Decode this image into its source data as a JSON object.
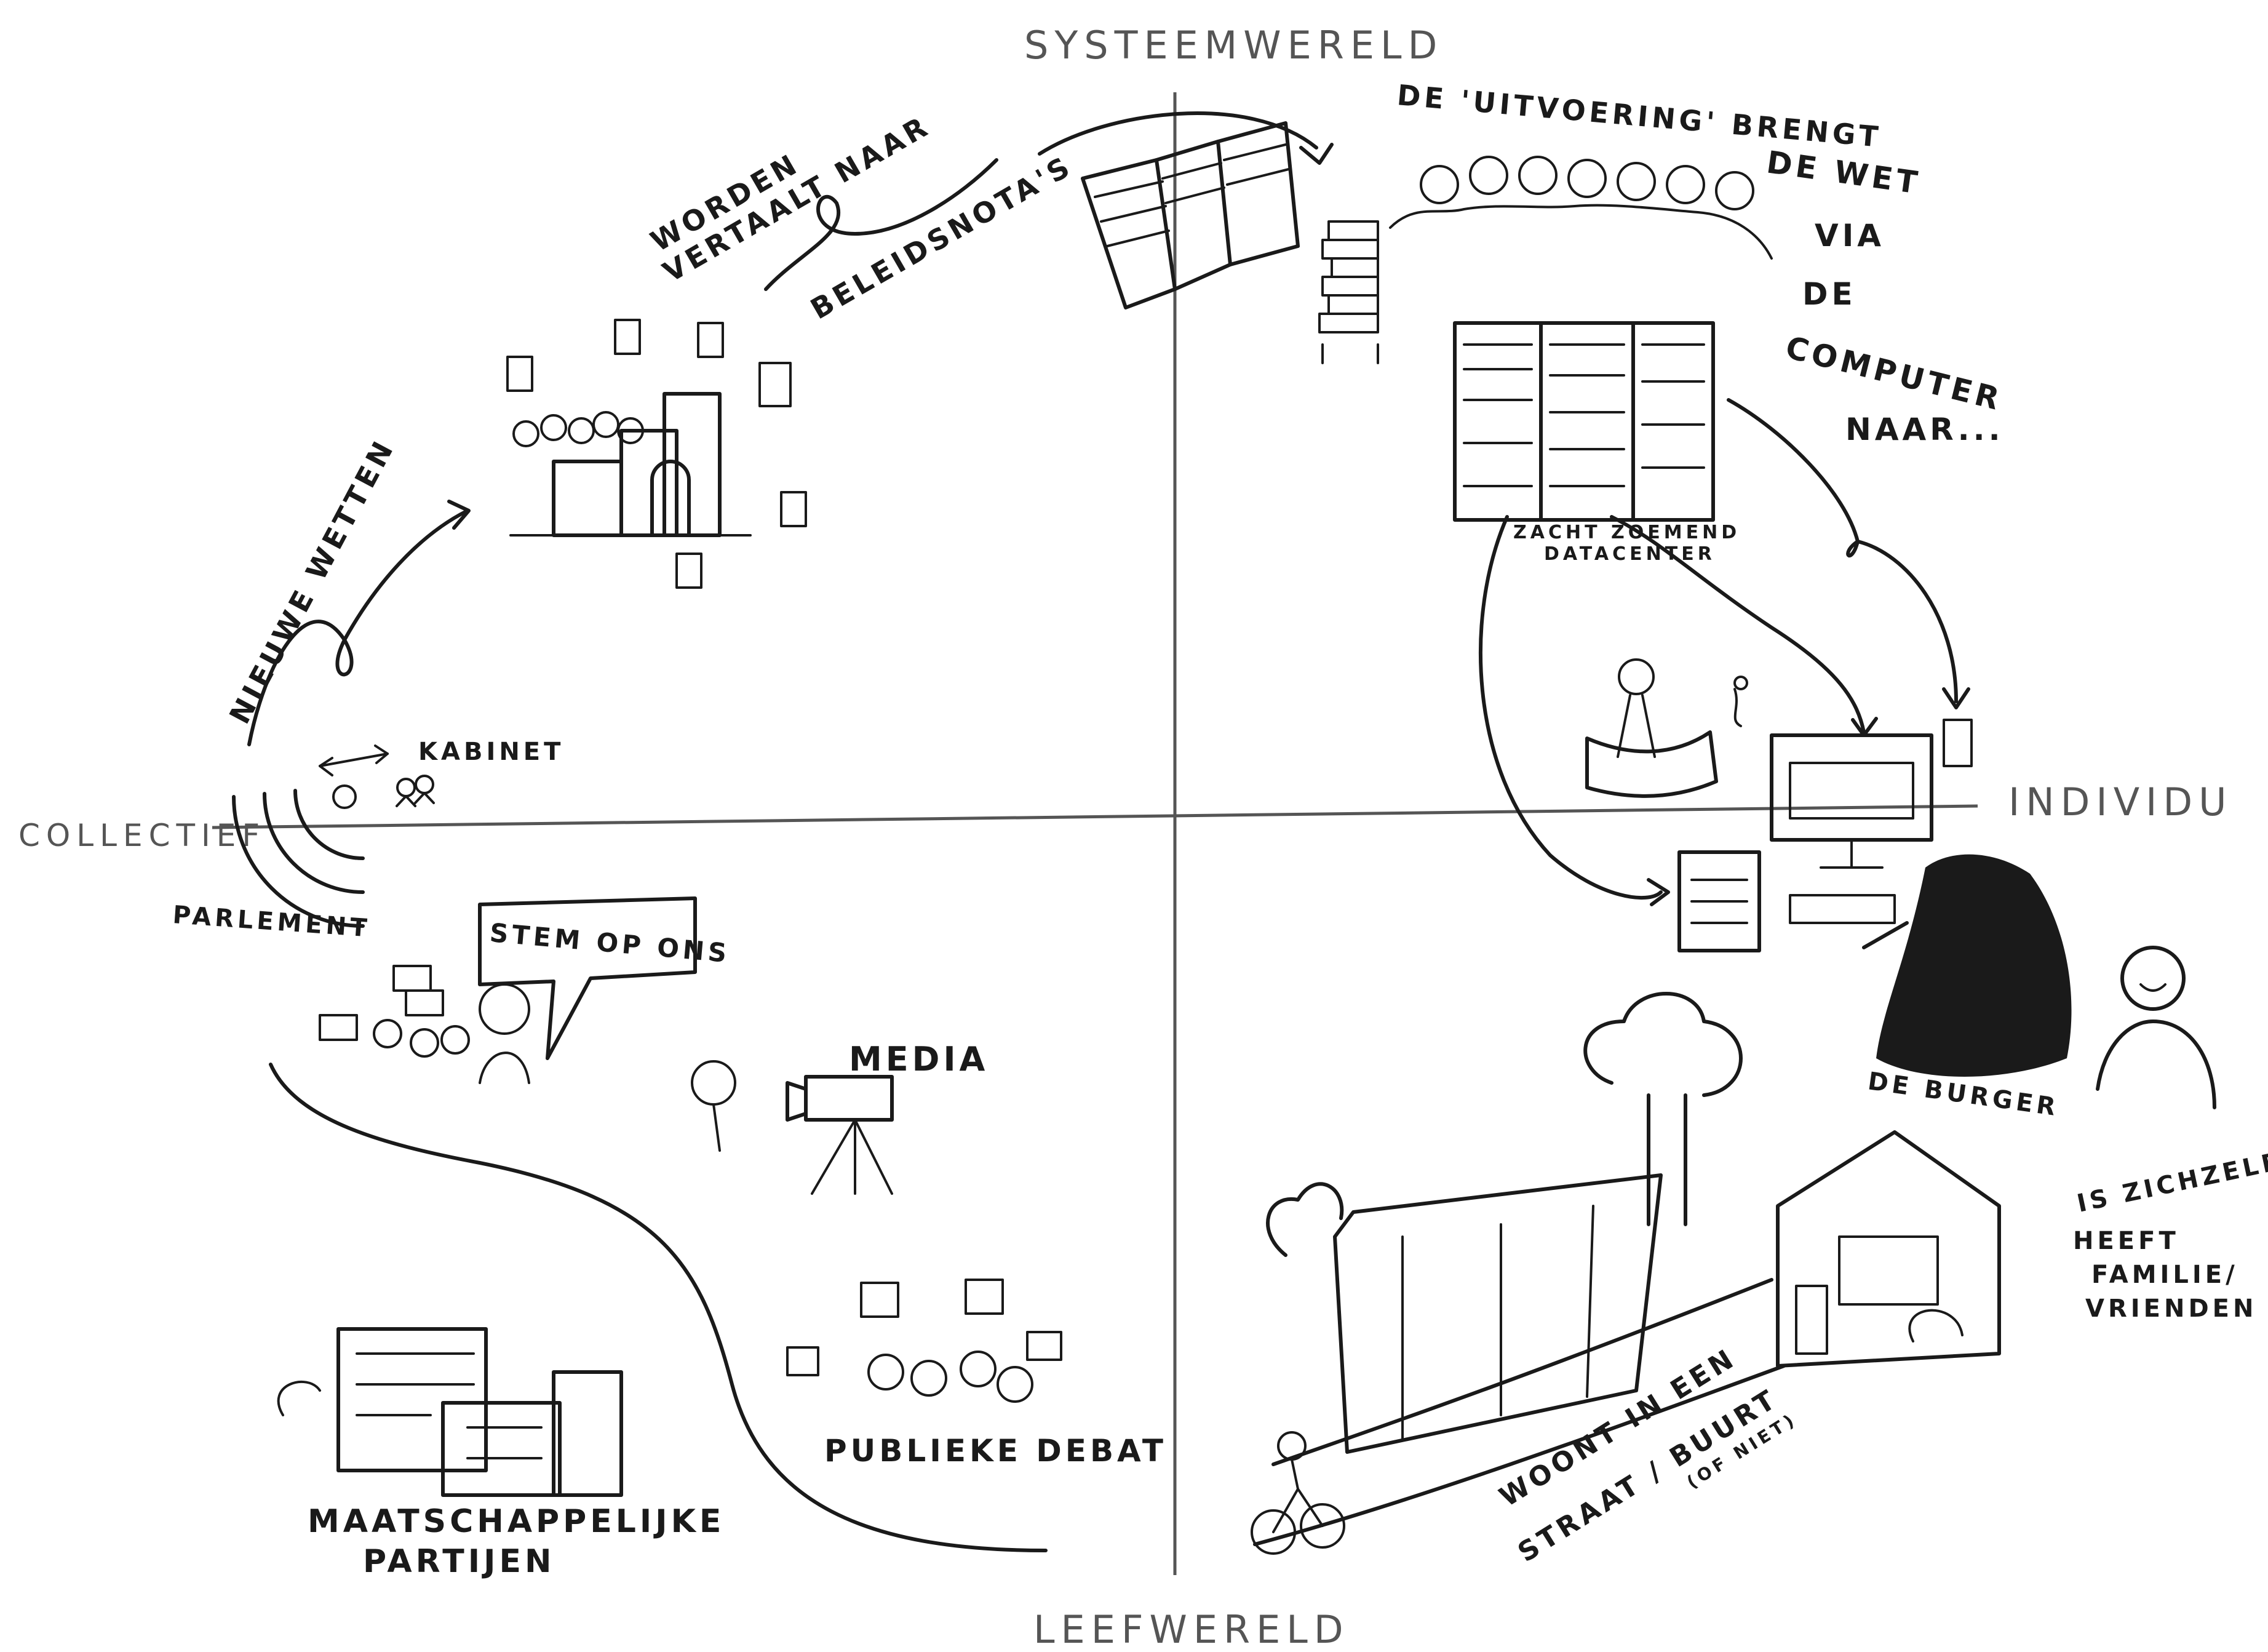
{
  "axes": {
    "top": "SYSTEEMWERELD",
    "bottom": "LEEFWERELD",
    "left": "COLLECTIEF",
    "right": "INDIVIDU"
  },
  "labels": {
    "nieuwe_wetten": "NIEUWE WETTEN",
    "worden_line1": "WORDEN",
    "worden_line2": "VERTAALT NAAR",
    "beleidsnotas": "BELEIDSNOTA'S",
    "uitvoering_line1": "DE 'UITVOERING' BRENGT",
    "de_wet": "DE WET",
    "via": "VIA",
    "de": "DE",
    "computer": "COMPUTER",
    "naar": "NAAR...",
    "datacenter_line1": "ZACHT ZOEMEND",
    "datacenter_line2": "DATACENTER",
    "kabinet": "KABINET",
    "parlement": "PARLEMENT",
    "stem_op_ons": "STEM OP ONS",
    "media": "MEDIA",
    "publieke_debat": "PUBLIEKE DEBAT",
    "maatschappelijke_line1": "MAATSCHAPPELIJKE",
    "maatschappelijke_line2": "PARTIJEN",
    "de_burger": "DE BURGER",
    "is_zichzelf": "IS ZICHZELF!",
    "heeft": "HEEFT",
    "familie": "FAMILIE/",
    "vrienden": "VRIENDEN",
    "woont_line1": "WOONT IN EEN",
    "woont_line2": "STRAAT / BUURT",
    "woont_line3": "(OF NIET)"
  },
  "colors": {
    "ink": "#1a1a1a",
    "axis": "#555555",
    "background": "#ffffff"
  }
}
